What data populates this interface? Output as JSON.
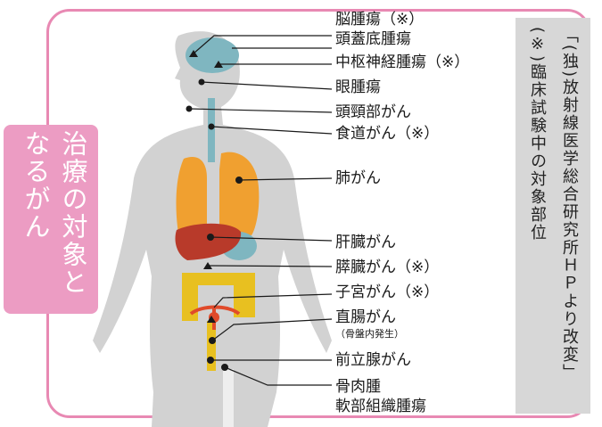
{
  "side_tag": {
    "col1": "治療の対象と",
    "col2": "なるがん"
  },
  "source": {
    "col1": "「(独)放射線医学総合研究所ＨＰより改変」",
    "col2": "(※)臨床試験中の対象部位"
  },
  "labels": [
    "脳腫瘍（※）",
    "頭蓋底腫瘍",
    "中枢神経腫瘍（※）",
    "眼腫瘍",
    "頭頸部がん",
    "食道がん（※）",
    "肺がん",
    "肝臓がん",
    "膵臓がん（※）",
    "子宮がん（※）",
    "直腸がん",
    "（骨盤内発生）",
    "前立腺がん",
    "骨肉腫",
    "軟部組織腫瘍"
  ],
  "colors": {
    "frame": "#e889b3",
    "tag": "#ec9cc3",
    "body": "#d2d2d2",
    "brain": "#7fb6c0",
    "lung": "#f0a030",
    "liver": "#b83a2a",
    "intestine": "#e8c020",
    "uterus": "#e04a2a"
  }
}
